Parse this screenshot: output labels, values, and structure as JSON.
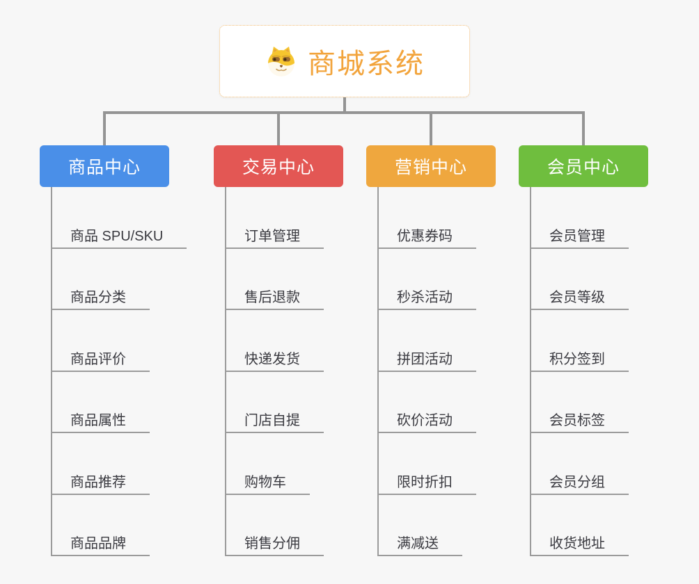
{
  "root": {
    "title": "商城系统",
    "icon": "doge-icon",
    "title_color": "#f2a43c"
  },
  "branches": [
    {
      "label": "商品中心",
      "color": "#4a8fe8",
      "children": [
        "商品 SPU/SKU",
        "商品分类",
        "商品评价",
        "商品属性",
        "商品推荐",
        "商品品牌"
      ]
    },
    {
      "label": "交易中心",
      "color": "#e35754",
      "children": [
        "订单管理",
        "售后退款",
        "快递发货",
        "门店自提",
        "购物车",
        "销售分佣"
      ]
    },
    {
      "label": "营销中心",
      "color": "#efa73e",
      "children": [
        "优惠券码",
        "秒杀活动",
        "拼团活动",
        "砍价活动",
        "限时折扣",
        "满减送"
      ]
    },
    {
      "label": "会员中心",
      "color": "#6fbe3e",
      "children": [
        "会员管理",
        "会员等级",
        "积分签到",
        "会员标签",
        "会员分组",
        "收货地址"
      ]
    }
  ],
  "colors": {
    "background": "#f7f7f7",
    "connector": "#949494",
    "leaf_line": "#9b9b9b",
    "leaf_text": "#3a3a40",
    "root_border": "#f3bd74"
  }
}
